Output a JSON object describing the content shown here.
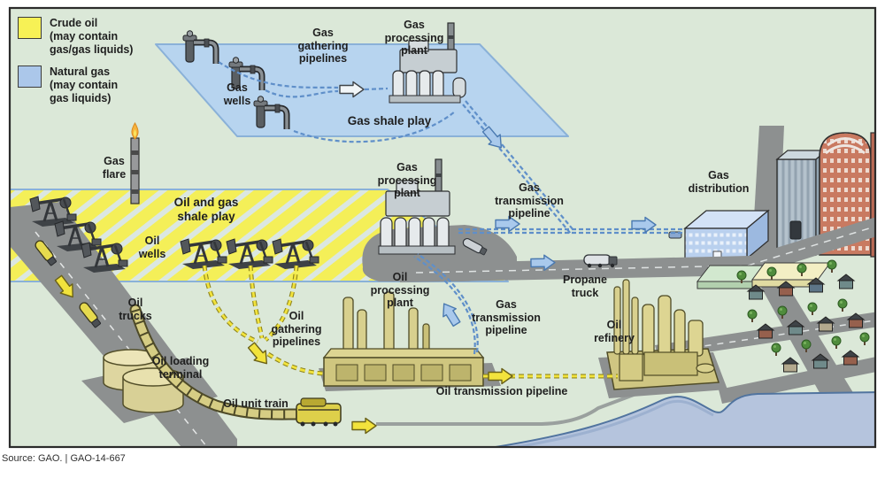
{
  "figure": {
    "background_color": "#dbe8d8",
    "border_color": "#2b2b2b",
    "source_line": "Source: GAO.  |  GAO-14-667"
  },
  "legend": {
    "items": [
      {
        "label": "Crude oil\n(may contain\ngas/gas liquids)",
        "color": "#f7f155",
        "swatch_style": "background:#f7f155"
      },
      {
        "label": "Natural gas\n(may contain\ngas liquids)",
        "color": "#abc7ea",
        "swatch_style": "background:#abc7ea"
      }
    ]
  },
  "labels": {
    "gas_flare": "Gas\nflare",
    "gas_wells": "Gas\nwells",
    "gas_gathering_pipelines": "Gas\ngathering\npipelines",
    "gas_processing_plant_1": "Gas\nprocessing\nplant",
    "gas_shale_play": "Gas shale play",
    "oil_and_gas_shale_play": "Oil and gas\nshale play",
    "oil_wells": "Oil\nwells",
    "oil_trucks": "Oil\ntrucks",
    "oil_gathering_pipelines": "Oil\ngathering\npipelines",
    "gas_processing_plant_2": "Gas\nprocessing\nplant",
    "gas_transmission_pipeline_1": "Gas\ntransmission\npipeline",
    "gas_transmission_pipeline_2": "Gas\ntransmission\npipeline",
    "gas_distribution": "Gas\ndistribution",
    "propane_truck": "Propane\ntruck",
    "oil_processing_plant": "Oil\nprocessing\nplant",
    "oil_refinery": "Oil\nrefinery",
    "oil_loading_terminal": "Oil loading\nterminal",
    "oil_unit_train": "Oil unit train",
    "oil_transmission_pipeline": "Oil transmission pipeline"
  },
  "colors": {
    "crude_oil_yellow": "#f7f155",
    "natural_gas_blue": "#abc7ea",
    "gas_shale_play_fill": "#b7d4ef",
    "oil_shale_play_fill": "#f4ef58",
    "road_gray": "#8d9090",
    "water_blue": "#b5c4dd",
    "oil_pipeline_arrow": "#f2e33c",
    "gas_pipeline_arrow": "#a9c9ec",
    "oil_facility_khaki": "#cfc67f",
    "gas_plant_gray": "#d6dcdf",
    "city_building_red": "#c97a61"
  }
}
